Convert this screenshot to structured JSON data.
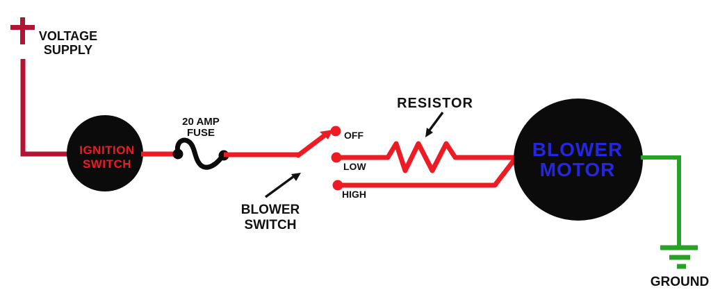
{
  "title": "Blower motor wiring diagram",
  "colors": {
    "background": "#ffffff",
    "wire_red": "#ed1c24",
    "supply_dark_red": "#b11534",
    "ground_green": "#27a227",
    "motor_blue": "#2626e0",
    "component_black": "#0b0b0b",
    "text_black": "#111111"
  },
  "voltage_supply": {
    "label_line1": "VOLTAGE",
    "label_line2": "SUPPLY",
    "terminal_symbol": "+"
  },
  "ignition_switch": {
    "label_line1": "IGNITION",
    "label_line2": "SWITCH"
  },
  "fuse": {
    "label_line1": "20 AMP",
    "label_line2": "FUSE"
  },
  "blower_switch": {
    "label_line1": "BLOWER",
    "label_line2": "SWITCH",
    "positions": {
      "off": "OFF",
      "low": "LOW",
      "high": "HIGH"
    }
  },
  "resistor": {
    "label": "RESISTOR"
  },
  "blower_motor": {
    "label_line1": "BLOWER",
    "label_line2": "MOTOR"
  },
  "ground": {
    "label": "GROUND"
  },
  "icons": {
    "voltage_supply_terminal": "plus-terminal-icon",
    "fuse_element": "fuse-squiggle-icon",
    "blower_switch_arm": "switch-arm-arrow-icon",
    "resistor_element": "resistor-zigzag-icon",
    "ground_terminal": "ground-symbol-icon",
    "resistor_pointer": "annotation-arrow-icon",
    "blower_switch_pointer": "annotation-arrow-icon"
  }
}
